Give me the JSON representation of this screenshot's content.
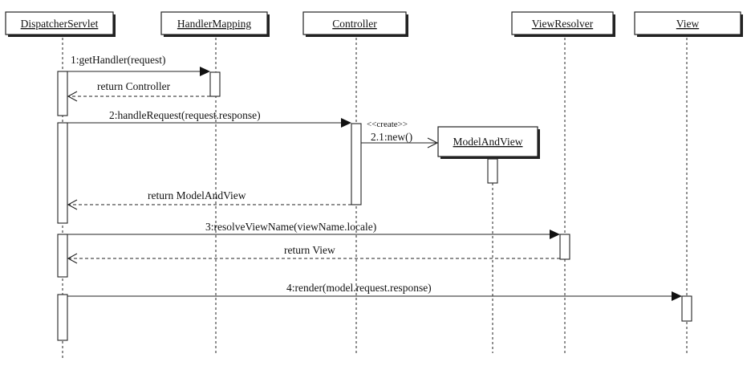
{
  "participants": [
    {
      "id": "dispatcher",
      "label": "DispatcherServlet"
    },
    {
      "id": "handlermapping",
      "label": "HandlerMapping"
    },
    {
      "id": "controller",
      "label": "Controller"
    },
    {
      "id": "modelandview",
      "label": "ModelAndView"
    },
    {
      "id": "viewresolver",
      "label": "ViewResolver"
    },
    {
      "id": "view",
      "label": "View"
    }
  ],
  "messages": [
    {
      "id": "m1",
      "label": "1:getHandler(request)",
      "from": "dispatcher",
      "to": "handlermapping",
      "kind": "call"
    },
    {
      "id": "m1r",
      "label": "return Controller",
      "from": "handlermapping",
      "to": "dispatcher",
      "kind": "return"
    },
    {
      "id": "m2",
      "label": "2:handleRequest(request.response)",
      "from": "dispatcher",
      "to": "controller",
      "kind": "call"
    },
    {
      "id": "m21",
      "label": "2.1:new()",
      "stereotype": "<<create>>",
      "from": "controller",
      "to": "modelandview",
      "kind": "create"
    },
    {
      "id": "m2r",
      "label": "return ModelAndView",
      "from": "controller",
      "to": "dispatcher",
      "kind": "return"
    },
    {
      "id": "m3",
      "label": "3:resolveViewName(viewName.locale)",
      "from": "dispatcher",
      "to": "viewresolver",
      "kind": "call"
    },
    {
      "id": "m3r",
      "label": "return View",
      "from": "viewresolver",
      "to": "dispatcher",
      "kind": "return"
    },
    {
      "id": "m4",
      "label": "4:render(model.request.response)",
      "from": "dispatcher",
      "to": "view",
      "kind": "call"
    }
  ]
}
